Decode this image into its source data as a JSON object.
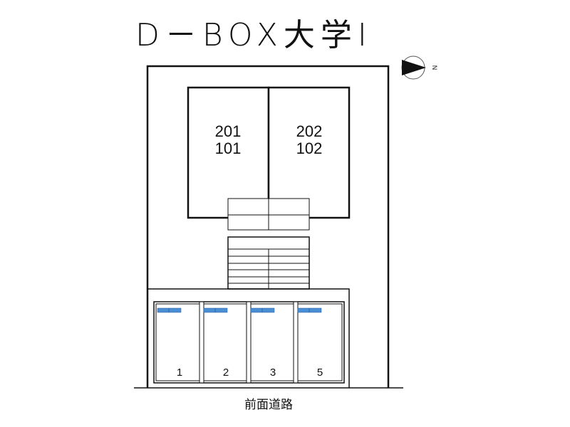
{
  "title": "D－BOX大学Ⅰ",
  "units": [
    {
      "upper": "201",
      "lower": "101"
    },
    {
      "upper": "202",
      "lower": "102"
    }
  ],
  "parking_lots": [
    "1",
    "2",
    "3",
    "5"
  ],
  "road_label": "前面道路",
  "compass": {
    "letter": "N",
    "icon": "compass-north-arrow-icon"
  },
  "colors": {
    "line": "#111111",
    "bike_marker": "#4a8fd6"
  }
}
